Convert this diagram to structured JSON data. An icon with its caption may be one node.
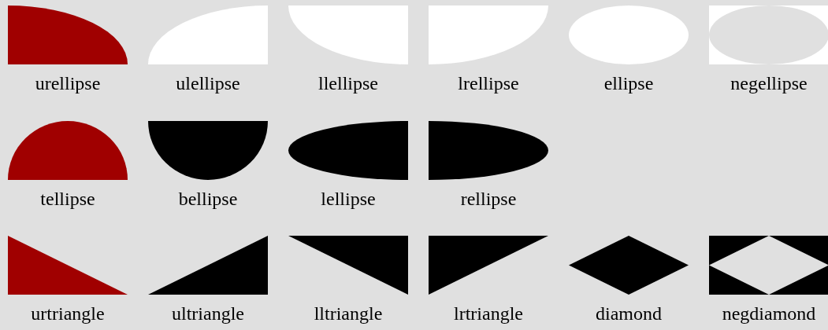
{
  "diagram": {
    "nodes": [
      {
        "text": [
          "urellipse"
        ]
      },
      {
        "text": [
          "ulellipse"
        ]
      },
      {
        "text": [
          "llellipse"
        ]
      },
      {
        "text": [
          "lrellipse"
        ]
      },
      {
        "text": [
          "ellipse"
        ]
      },
      {
        "text": [
          "negellipse"
        ]
      },
      {
        "text": [
          "tellipse"
        ]
      },
      {
        "text": [
          "bellipse"
        ]
      },
      {
        "text": [
          "lellipse"
        ]
      },
      {
        "text": [
          "rellipse"
        ]
      },
      {
        "text": [
          "urtriangle"
        ]
      },
      {
        "text": [
          "ultriangle"
        ]
      },
      {
        "text": [
          "lltriangle"
        ]
      },
      {
        "text": [
          "lrtriangle"
        ]
      },
      {
        "text": [
          "diamond"
        ]
      },
      {
        "text": [
          "negdiamond"
        ]
      }
    ]
  }
}
